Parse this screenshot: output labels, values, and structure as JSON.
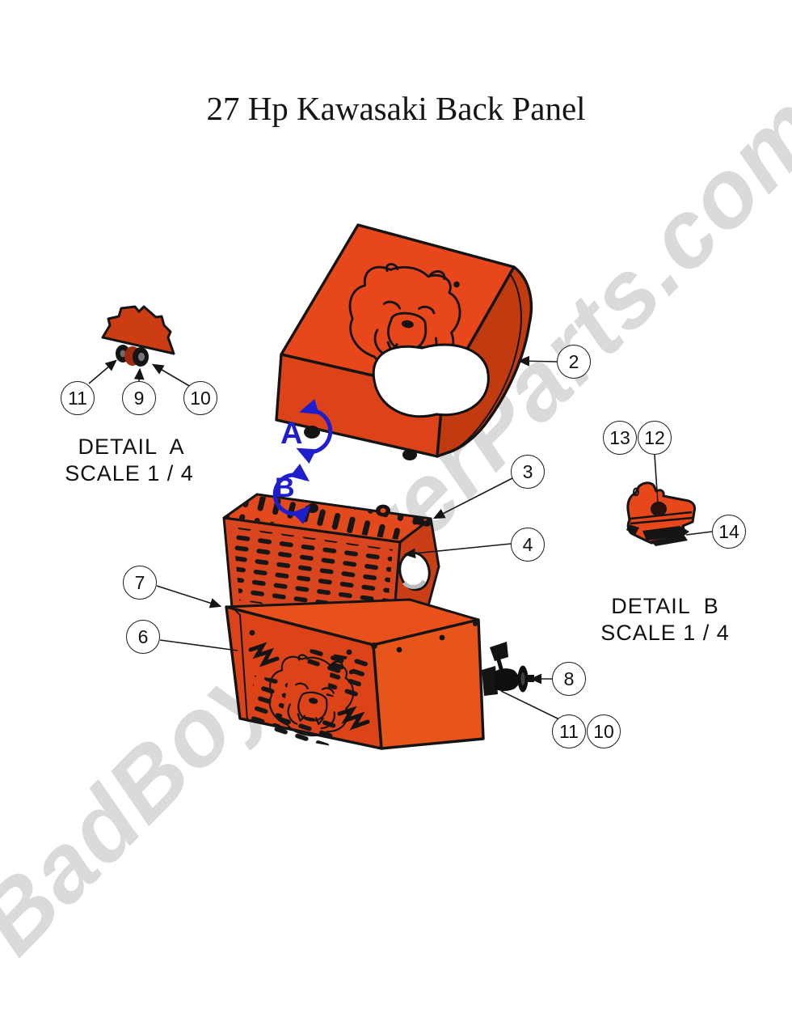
{
  "page": {
    "title": "27 Hp Kawasaki Back Panel",
    "watermark": "BadBoyMowerParts.com"
  },
  "details": {
    "a": {
      "title": "DETAIL  A",
      "scale": "SCALE 1 / 4"
    },
    "b": {
      "title": "DETAIL  B",
      "scale": "SCALE 1 / 4"
    }
  },
  "view_markers": {
    "a": "A",
    "b": "B"
  },
  "callouts": [
    {
      "label": "2"
    },
    {
      "label": "3"
    },
    {
      "label": "4"
    },
    {
      "label": "6"
    },
    {
      "label": "7"
    },
    {
      "label": "8"
    },
    {
      "label": "9"
    },
    {
      "label": "10"
    },
    {
      "label": "11"
    },
    {
      "label": "11"
    },
    {
      "label": "10"
    },
    {
      "label": "12"
    },
    {
      "label": "13"
    },
    {
      "label": "14"
    }
  ],
  "colors": {
    "part_orange": "#E8471B",
    "part_orange_mid": "#DC4318",
    "part_orange_dark": "#C23A10",
    "outline": "#141414",
    "rotation_marker_blue": "#1E1ECC",
    "watermark_gray": "#DADADA"
  }
}
